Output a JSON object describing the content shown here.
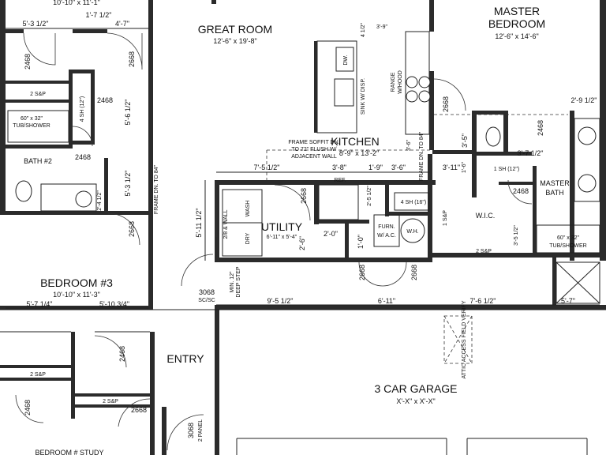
{
  "rooms": {
    "great_room": {
      "name": "GREAT ROOM",
      "size": "12'-6\" x 19'-8\""
    },
    "master_bedroom": {
      "name_line1": "MASTER",
      "name_line2": "BEDROOM",
      "size": "12'-6\" x 14'-6\""
    },
    "kitchen": {
      "name": "KITCHEN",
      "size": "8'-9\" x 13'-2\""
    },
    "utility": {
      "name": "UTILITY",
      "size": "6'-11\" x 5'-4\""
    },
    "bath2": {
      "name": "BATH #2"
    },
    "bedroom3": {
      "name": "BEDROOM #3",
      "size": "10'-10\" x 11'-3\""
    },
    "top_bedroom": {
      "size": "10'-10\" x 11'-1\""
    },
    "entry": {
      "name": "ENTRY"
    },
    "garage": {
      "name": "3 CAR GARAGE",
      "size": "X'-X\" x X'-X\""
    },
    "wic": {
      "name": "W.I.C."
    },
    "master_bath": {
      "name_line1": "MASTER",
      "name_line2": "BATH"
    },
    "bottom_room": {
      "name": "BEDROOM # STUDY"
    }
  },
  "dimensions": {
    "d_5_3_half_top": "5'-3 1/2\"",
    "d_1_7_half": "1'-7 1/2\"",
    "d_4_7": "4'-7\"",
    "d_7_5_half": "7'-5 1/2\"",
    "d_3_8": "3'-8\"",
    "d_1_9": "1'-9\"",
    "d_3_6": "3'-6\"",
    "d_3_11": "3'-11\"",
    "d_3_6_v": "3'-6\"",
    "d_5_11_half": "5'-11 1/2\"",
    "d_2_6": "2'-6\"",
    "d_2_0": "2'-0\"",
    "d_1_0": "1'-0\"",
    "d_2_5_half": "2'-5 1/2\"",
    "d_5_6_half": "5'-6 1/2\"",
    "d_5_3_half_v": "5'-3 1/2\"",
    "d_5_7_quarter": "5'-7 1/4\"",
    "d_5_10_three_quarter": "5'-10 3/4\"",
    "d_9_5_half": "9'-5 1/2\"",
    "d_6_11": "6'-11\"",
    "d_7_6_half": "7'-6 1/2\"",
    "d_5_7": "5'-7\"",
    "d_2_9_half": "2'-9 1/2\"",
    "d_3_7_half": "3'-7 1/2\"",
    "d_3_5": "3'-5\"",
    "d_3_5_half": "3'-5 1/2\"",
    "d_4_half": "4 1/2\"",
    "d_3_9": "3'-9\"",
    "d_1_6": "1'-6\"",
    "d_2_4_half": "2'-4 1/2\""
  },
  "doors": {
    "d2468_a": "2468",
    "d2668_a": "2668",
    "d2468_b": "2468",
    "d2468_c": "2468",
    "d2668_b": "2668",
    "d2668_c": "2668",
    "d2468_d": "2468",
    "d2668_master": "2668",
    "d2468_mb1": "2468",
    "d2468_mb2": "2468",
    "d2668_g1": "2668",
    "d2668_g2": "2668",
    "d2468_bed_a": "2468",
    "d2468_bed_b": "2468",
    "d2668_bed_c": "2668",
    "d3068_sc": "3068",
    "sc_sc": "SC/SC",
    "d3068_entry": "3068",
    "two_panel": "2 PANEL"
  },
  "labels": {
    "s_and_p_1": "2 S&P",
    "s_and_p_2": "2 S&P",
    "s_and_p_3": "2 S&P",
    "s_and_p_master": "2 S&P",
    "shelf_4sh_12": "4 SH (12\")",
    "shelf_4sh_16": "4 SH (16\")",
    "shelf_1sh_12": "1 SH (12\")",
    "tub_shower_1_line1": "60\" x 32\"",
    "tub_shower_1_line2": "TUB/SHOWER",
    "tub_shower_2_line1": "60\" x 32\"",
    "tub_shower_2_line2": "TUB/SHOWER",
    "wash": "WASH",
    "dry": "DRY",
    "ref": "REF.",
    "furn_line1": "FURN.",
    "furn_line2": "W/ A.C.",
    "wh": "W.H.",
    "dw": "DW.",
    "sink": "SINK W/ DISP.",
    "range_line1": "RANGE",
    "range_line2": "W/HOOD",
    "soffit_line1": "FRAME SOFFIT DN.",
    "soffit_line2": "TO 72\" FLUSH W/",
    "soffit_line3": "ADJACENT WALL",
    "frame_dn": "FRAME DN. TO 84\"",
    "frame_dn_bath": "FRAME DN. TO 84\"",
    "min_step_line1": "MIN. 12\"",
    "min_step_line2": "DEEP STEP",
    "attic": "ATTIC ACCESS FIELD VERIFY",
    "shelf_bath_4sh": "4 SH (12\")",
    "shelf_wic_1sp": "1 S&P",
    "uti_2ab": "2/8 & WALL",
    "bath2_2_4": "2'-4 1/2\""
  }
}
